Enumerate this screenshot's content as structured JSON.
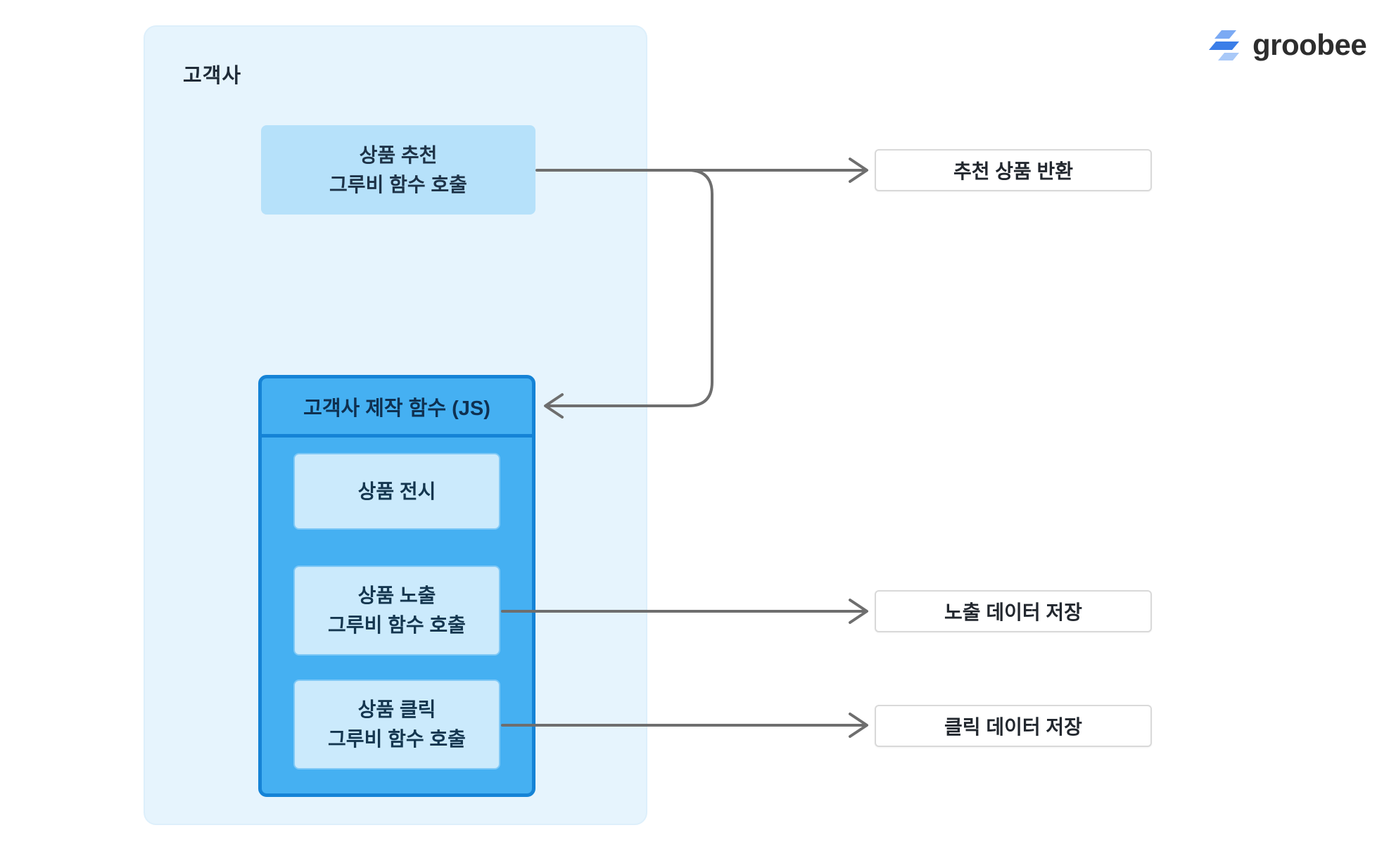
{
  "logo": {
    "text": "groobee"
  },
  "customer": {
    "label": "고객사"
  },
  "recommend_box": {
    "lines": [
      "상품 추천",
      "그루비 함수 호출"
    ]
  },
  "js_box": {
    "title": "고객사 제작 함수 (JS)",
    "display_box": {
      "lines": [
        "상품 전시"
      ]
    },
    "exposure_box": {
      "lines": [
        "상품 노출",
        "그루비 함수 호출"
      ]
    },
    "click_box": {
      "lines": [
        "상품 클릭",
        "그루비 함수 호출"
      ]
    }
  },
  "outputs": {
    "return_box": {
      "label": "추천 상품 반환"
    },
    "exposure_save_box": {
      "label": "노출 데이터 저장"
    },
    "click_save_box": {
      "label": "클릭 데이터 저장"
    }
  },
  "colors": {
    "container_bg": "#E6F4FD",
    "light_box_bg": "#B6E1FA",
    "js_box_bg": "#45B0F2",
    "js_box_border": "#1583D6",
    "inner_box_bg": "#CBEAFC",
    "output_border": "#D9D9D9",
    "arrow": "#6E6E6E",
    "text": "#1F2B38"
  }
}
